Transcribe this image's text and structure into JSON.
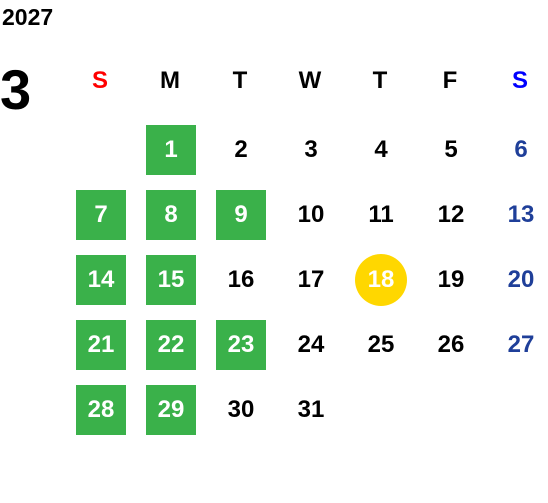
{
  "year": "2027",
  "month": "3",
  "colors": {
    "sunday_header": "#ff0000",
    "saturday_header": "#0000ff",
    "saturday_date": "#1f3f99",
    "weekday": "#000000",
    "marked_bg": "#3ab14a",
    "marked_text": "#ffffff",
    "today_bg": "#ffd700"
  },
  "weekdays": [
    "S",
    "M",
    "T",
    "W",
    "T",
    "F",
    "S"
  ],
  "start_offset": 1,
  "days": [
    {
      "d": "1",
      "state": "marked"
    },
    {
      "d": "2",
      "state": ""
    },
    {
      "d": "3",
      "state": ""
    },
    {
      "d": "4",
      "state": ""
    },
    {
      "d": "5",
      "state": ""
    },
    {
      "d": "6",
      "state": ""
    },
    {
      "d": "7",
      "state": "marked"
    },
    {
      "d": "8",
      "state": "marked"
    },
    {
      "d": "9",
      "state": "marked"
    },
    {
      "d": "10",
      "state": ""
    },
    {
      "d": "11",
      "state": ""
    },
    {
      "d": "12",
      "state": ""
    },
    {
      "d": "13",
      "state": ""
    },
    {
      "d": "14",
      "state": "marked"
    },
    {
      "d": "15",
      "state": "marked"
    },
    {
      "d": "16",
      "state": ""
    },
    {
      "d": "17",
      "state": ""
    },
    {
      "d": "18",
      "state": "today"
    },
    {
      "d": "19",
      "state": ""
    },
    {
      "d": "20",
      "state": ""
    },
    {
      "d": "21",
      "state": "marked"
    },
    {
      "d": "22",
      "state": "marked"
    },
    {
      "d": "23",
      "state": "marked"
    },
    {
      "d": "24",
      "state": ""
    },
    {
      "d": "25",
      "state": ""
    },
    {
      "d": "26",
      "state": ""
    },
    {
      "d": "27",
      "state": ""
    },
    {
      "d": "28",
      "state": "marked"
    },
    {
      "d": "29",
      "state": "marked"
    },
    {
      "d": "30",
      "state": ""
    },
    {
      "d": "31",
      "state": ""
    }
  ]
}
